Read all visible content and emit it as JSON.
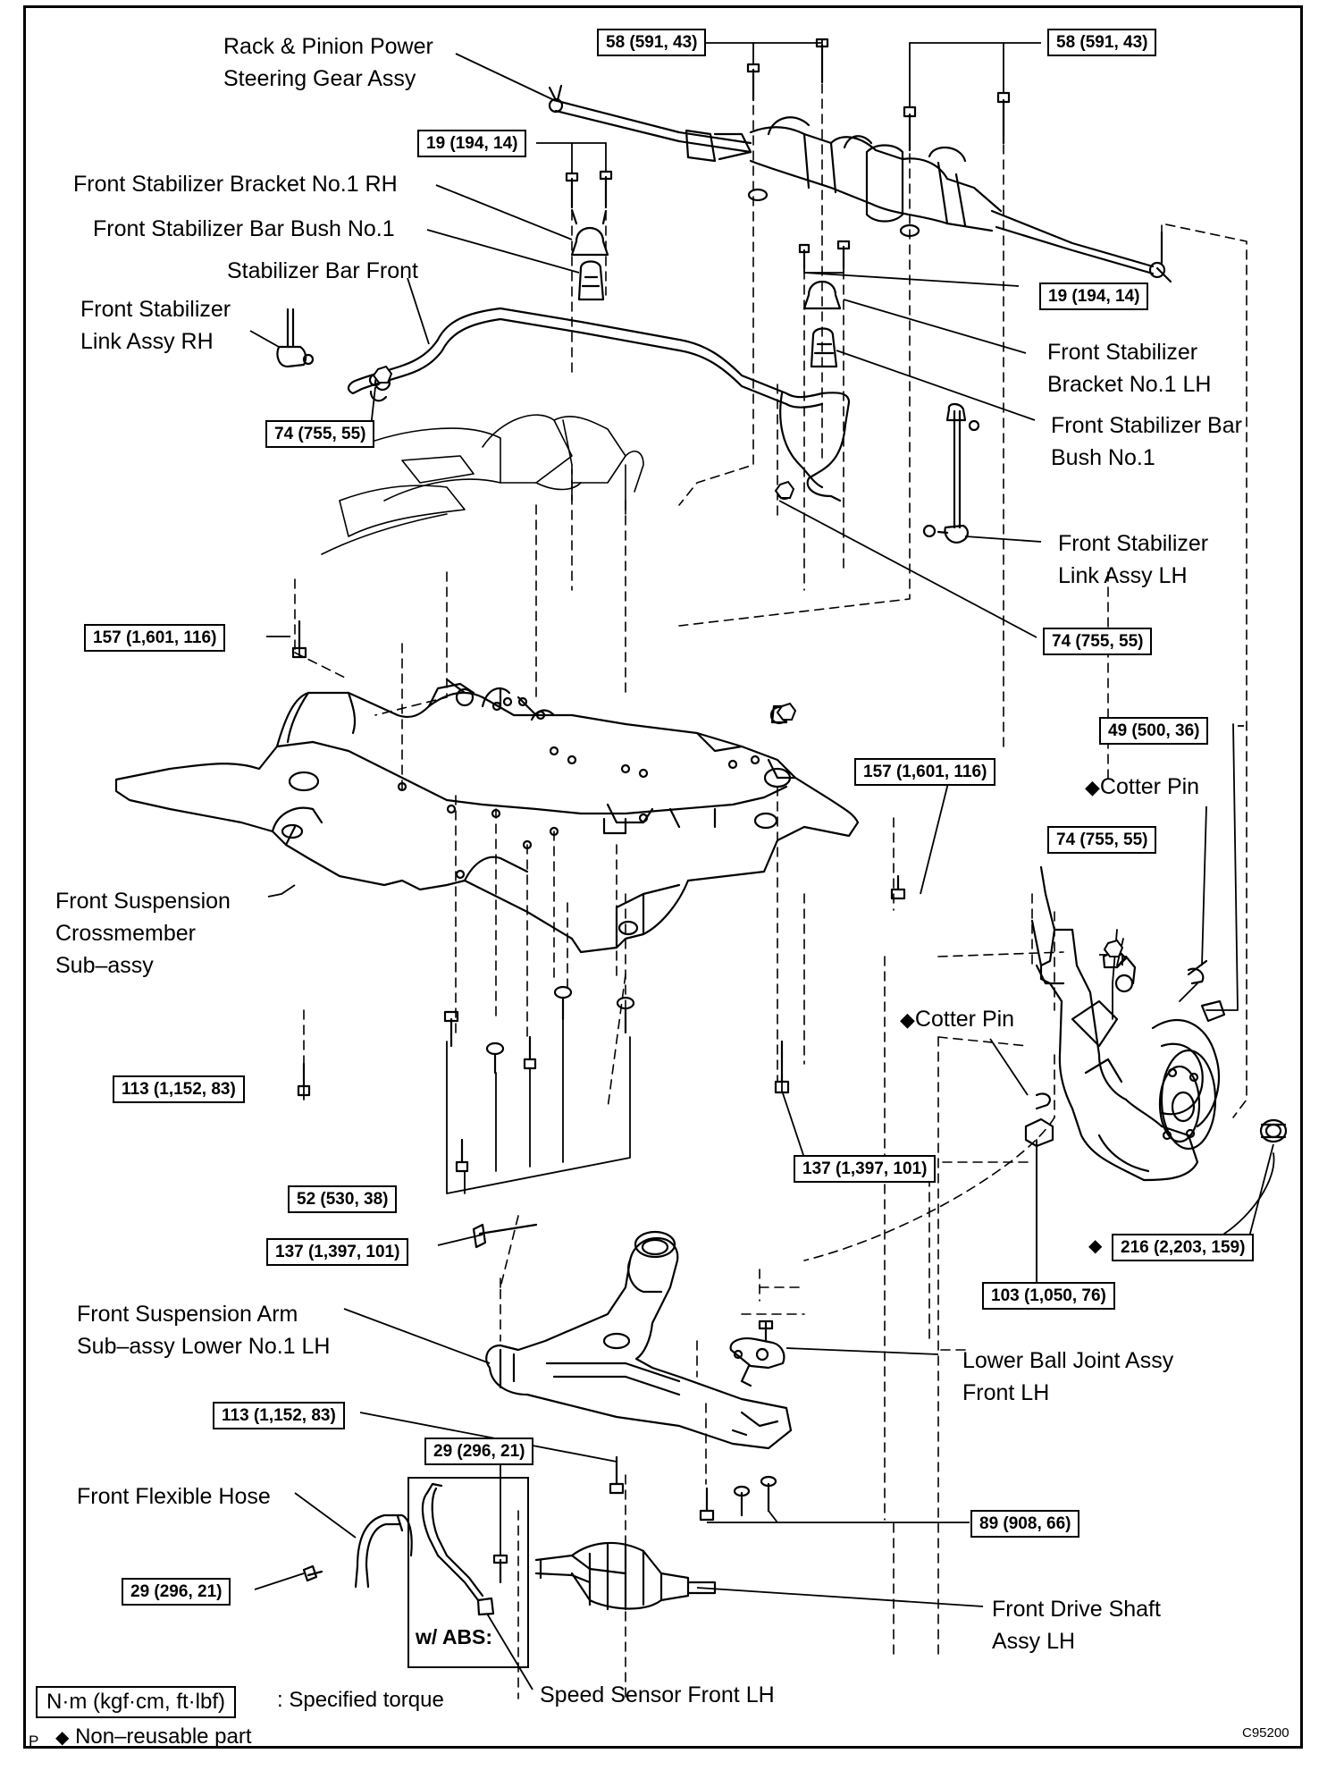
{
  "labels": {
    "rack_pinion": [
      "Rack & Pinion Power",
      "Steering Gear Assy"
    ],
    "bracket_rh": "Front Stabilizer Bracket No.1 RH",
    "bush_rh": "Front Stabilizer Bar Bush No.1",
    "stab_bar": "Stabilizer Bar Front",
    "link_rh": [
      "Front Stabilizer",
      "Link Assy RH"
    ],
    "bracket_lh": [
      "Front Stabilizer",
      "Bracket No.1 LH"
    ],
    "bush_lh": [
      "Front Stabilizer Bar",
      "Bush No.1"
    ],
    "link_lh": [
      "Front Stabilizer",
      "Link Assy LH"
    ],
    "cotter_pin_upper": "Cotter Pin",
    "cotter_pin_lower": "Cotter Pin",
    "crossmember": [
      "Front Suspension",
      "Crossmember",
      "Sub–assy"
    ],
    "lower_arm": [
      "Front Suspension Arm",
      "Sub–assy Lower No.1 LH"
    ],
    "ball_joint": [
      "Lower Ball Joint Assy",
      "Front LH"
    ],
    "flex_hose": "Front Flexible Hose",
    "drive_shaft": [
      "Front Drive Shaft",
      "Assy LH"
    ],
    "speed_sensor": "Speed Sensor Front LH",
    "abs": "w/ ABS:"
  },
  "torques": {
    "t58a": "58 (591, 43)",
    "t58b": "58 (591, 43)",
    "t19a": "19 (194, 14)",
    "t19b": "19 (194, 14)",
    "t74a": "74 (755, 55)",
    "t74b": "74 (755, 55)",
    "t157a": "157 (1,601, 116)",
    "t157b": "157 (1,601, 116)",
    "t49": "49 (500, 36)",
    "t74c": "74 (755, 55)",
    "t113a": "113 (1,152, 83)",
    "t137a": "137 (1,397, 101)",
    "t52": "52 (530, 38)",
    "t137b": "137 (1,397, 101)",
    "t216": "216 (2,203, 159)",
    "t103": "103 (1,050, 76)",
    "t113b": "113 (1,152, 83)",
    "t29a": "29 (296, 21)",
    "t89": "89 (908, 66)",
    "t29b": "29 (296, 21)"
  },
  "legend": {
    "unit_box": "N·m (kgf·cm, ft·lbf)",
    "unit_text": ": Specified torque",
    "diamond": "◆",
    "nonreusable": "Non–reusable part",
    "p": "P",
    "fig_id": "C95200"
  }
}
